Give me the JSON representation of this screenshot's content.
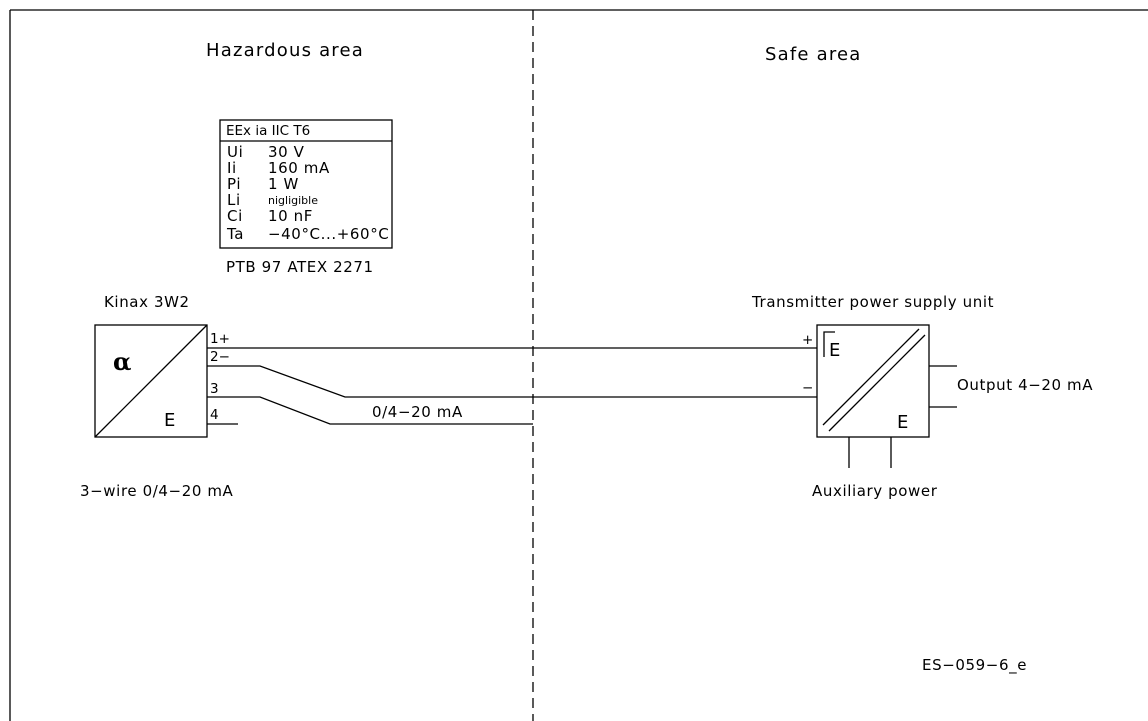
{
  "areas": {
    "hazardous": "Hazardous area",
    "safe": "Safe area"
  },
  "cert_box": {
    "header": "EEx ia IIC T6",
    "rows": [
      {
        "sym": "Ui",
        "val": "30  V"
      },
      {
        "sym": "Ii",
        "val": "160  mA"
      },
      {
        "sym": "Pi",
        "val": "1  W"
      },
      {
        "sym": "Li",
        "val": "nigligible"
      },
      {
        "sym": "Ci",
        "val": "10  nF"
      },
      {
        "sym": "Ta",
        "val": "−40°C...+60°C"
      }
    ],
    "certificate": "PTB 97 ATEX 2271"
  },
  "transmitter": {
    "name": "Kinax 3W2",
    "alpha": "α",
    "out_symbol": "E",
    "type": "3−wire 0/4−20 mA",
    "terminals": [
      "1+",
      "2−",
      "3",
      "4"
    ]
  },
  "signal_label": "0/4−20 mA",
  "power_supply": {
    "name": "Transmitter power supply unit",
    "in_symbol": "E",
    "out_symbol": "E",
    "plus": "+",
    "minus": "−",
    "output": "Output 4−20 mA",
    "aux": "Auxiliary power"
  },
  "drawing_number": "ES−059−6_e"
}
